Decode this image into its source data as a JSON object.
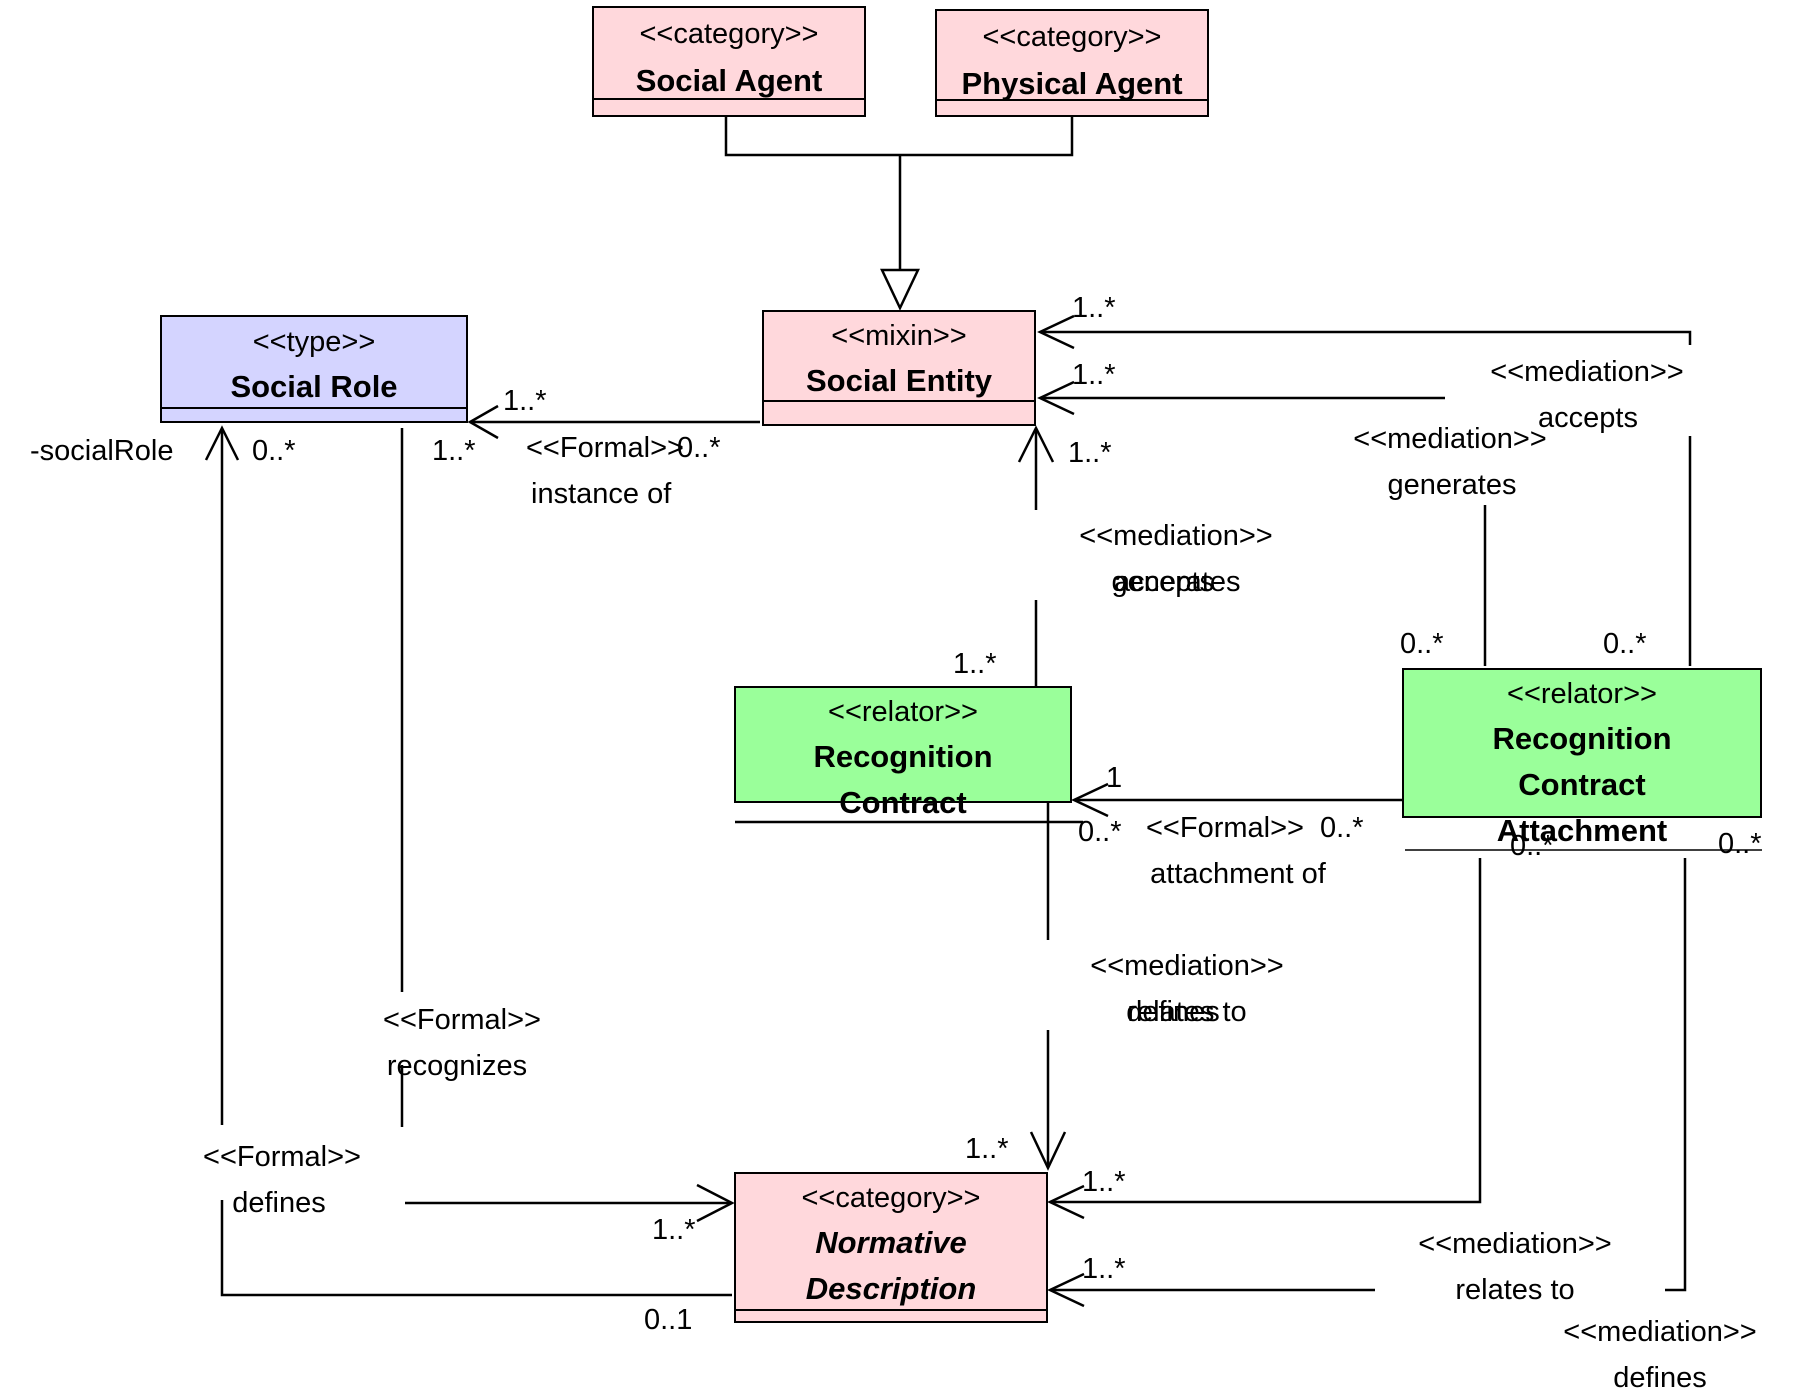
{
  "classes": {
    "social_agent": {
      "stereotype": "<<category>>",
      "name": "Social Agent"
    },
    "physical_agent": {
      "stereotype": "<<category>>",
      "name": "Physical Agent"
    },
    "social_entity": {
      "stereotype": "<<mixin>>",
      "name": "Social Entity"
    },
    "social_role": {
      "stereotype": "<<type>>",
      "name": "Social Role"
    },
    "recognition_contract": {
      "stereotype": "<<relator>>",
      "name_line1": "Recognition",
      "name_line2": "Contract"
    },
    "recognition_contract_attachment": {
      "stereotype": "<<relator>>",
      "name_line1": "Recognition",
      "name_line2": "Contract",
      "name_line3": "Attachment"
    },
    "normative_description": {
      "stereotype": "<<category>>",
      "name_line1": "Normative",
      "name_line2": "Description"
    }
  },
  "associations": {
    "instance_of": {
      "stereotype": "<<Formal>>",
      "name": "instance of",
      "source_mult": "0..*",
      "target_mult": "1..*",
      "target_mult2": "1..*"
    },
    "social_role_end": {
      "role": "-socialRole",
      "mult": "0..*"
    },
    "recognizes": {
      "stereotype": "<<Formal>>",
      "name": "recognizes"
    },
    "defines_formal": {
      "stereotype": "<<Formal>>",
      "name": "defines",
      "target_mult": "1..*",
      "source_mult": "0..1"
    },
    "rc_accepts_generates": {
      "stereotype": "<<mediation>>",
      "name_a": "generates",
      "name_b": "accepts",
      "target_mult": "1..*",
      "source_mult": "1..*"
    },
    "rca_accepts": {
      "stereotype": "<<mediation>>",
      "name": "accepts",
      "target_mult": "1..*",
      "source_mult": "0..*"
    },
    "rca_generates": {
      "stereotype": "<<mediation>>",
      "name": "generates",
      "target_mult": "1..*",
      "source_mult": "0..*"
    },
    "attachment_of": {
      "stereotype": "<<Formal>>",
      "name": "attachment of",
      "target_mult": "1",
      "source_mult": "0..*",
      "extra_mult": "0..*"
    },
    "rc_relates_defines": {
      "stereotype": "<<mediation>>",
      "name_a": "relates to",
      "name_b": "defines",
      "target_mult": "1..*"
    },
    "rca_relates_to": {
      "stereotype": "<<mediation>>",
      "name": "relates to",
      "target_mult": "1..*",
      "source_mult": "0..*"
    },
    "rca_defines": {
      "stereotype": "<<mediation>>",
      "name": "defines",
      "target_mult": "1..*",
      "source_mult": "0..*"
    }
  }
}
